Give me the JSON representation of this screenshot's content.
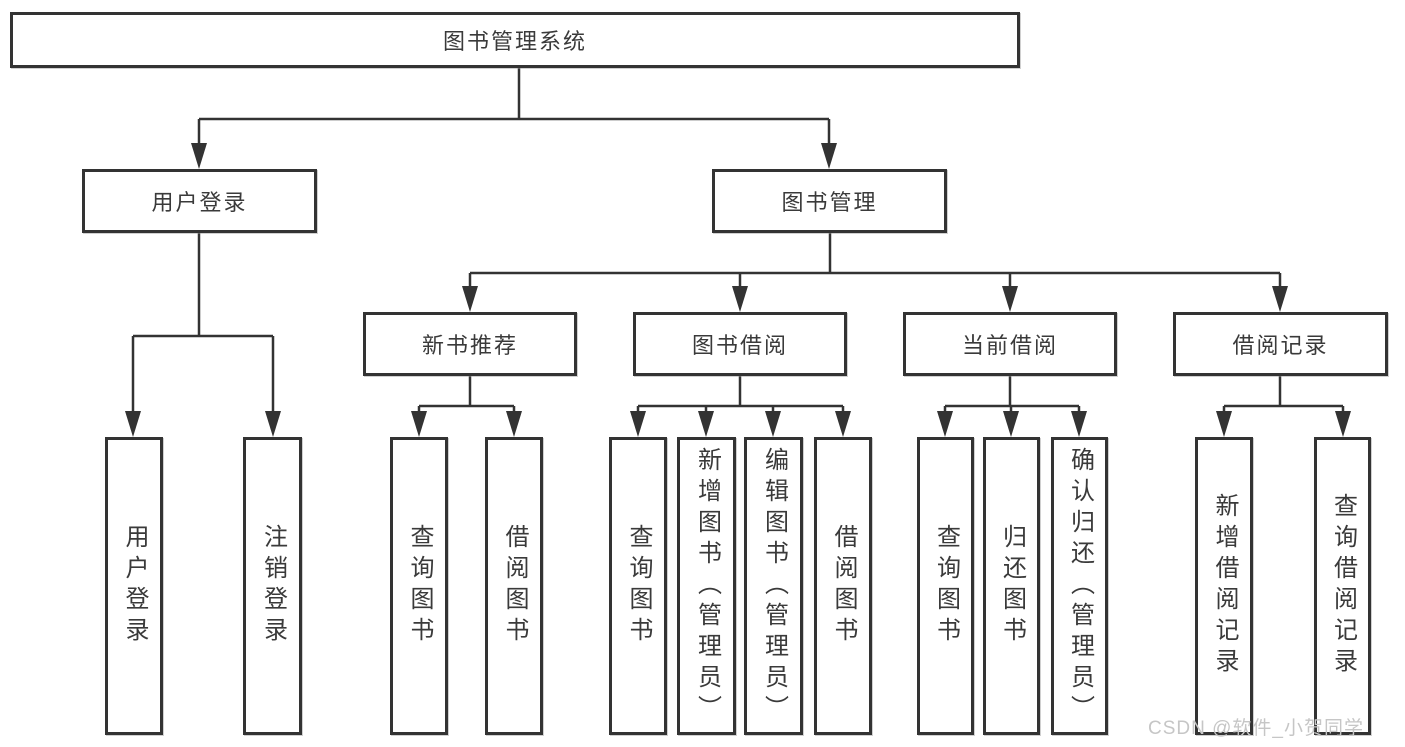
{
  "diagram": {
    "title": "图书管理系统",
    "root": {
      "label": "图书管理系统"
    },
    "level2": [
      {
        "label": "用户登录"
      },
      {
        "label": "图书管理"
      }
    ],
    "level3": [
      {
        "label": "新书推荐",
        "parent": "图书管理"
      },
      {
        "label": "图书借阅",
        "parent": "图书管理"
      },
      {
        "label": "当前借阅",
        "parent": "图书管理"
      },
      {
        "label": "借阅记录",
        "parent": "图书管理"
      }
    ],
    "leaves": [
      {
        "label": "用户登录",
        "parent": "用户登录"
      },
      {
        "label": "注销登录",
        "parent": "用户登录"
      },
      {
        "label": "查询图书",
        "parent": "新书推荐"
      },
      {
        "label": "借阅图书",
        "parent": "新书推荐"
      },
      {
        "label": "查询图书",
        "parent": "图书借阅"
      },
      {
        "label": "新增图书（管理员）",
        "parent": "图书借阅"
      },
      {
        "label": "编辑图书（管理员）",
        "parent": "图书借阅"
      },
      {
        "label": "借阅图书",
        "parent": "图书借阅"
      },
      {
        "label": "查询图书",
        "parent": "当前借阅"
      },
      {
        "label": "归还图书",
        "parent": "当前借阅"
      },
      {
        "label": "确认归还（管理员）",
        "parent": "当前借阅"
      },
      {
        "label": "新增借阅记录",
        "parent": "借阅记录"
      },
      {
        "label": "查询借阅记录",
        "parent": "借阅记录"
      }
    ]
  },
  "watermark": {
    "text": "CSDN @软件_小贺同学"
  },
  "colors": {
    "line": "#333333",
    "text": "#3a3a3a",
    "background": "#ffffff",
    "watermark": "#c6c6c6"
  }
}
